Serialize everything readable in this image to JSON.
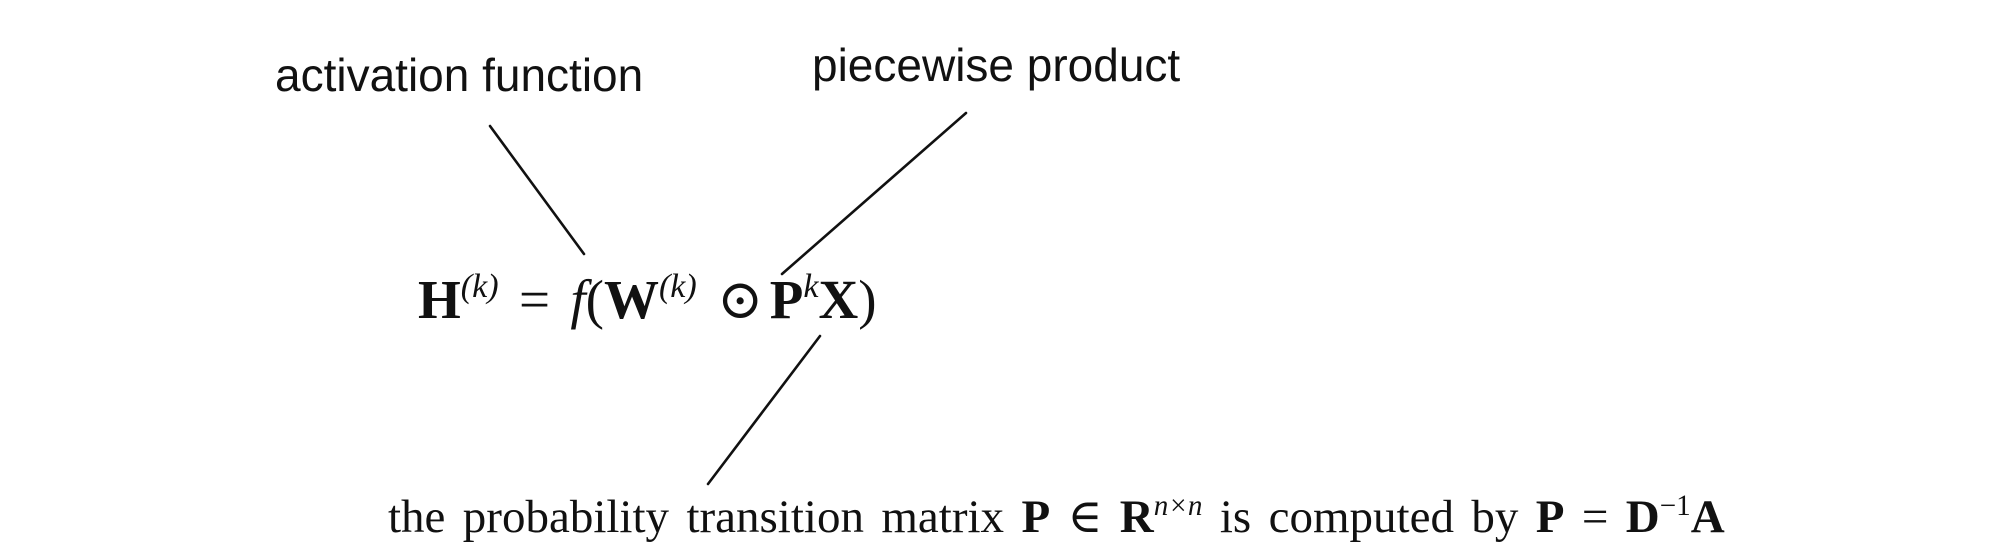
{
  "labels": {
    "activation": "activation function",
    "piecewise": "piecewise product"
  },
  "equation": {
    "H": "H",
    "H_sup": "(k)",
    "equals": "=",
    "f": "f",
    "lparen": "(",
    "W": "W",
    "W_sup": "(k)",
    "odot": "⊙",
    "P": "P",
    "P_sup": "k",
    "X": "X",
    "rparen": ")"
  },
  "caption": {
    "prefix": "the probability transition matrix",
    "P1": "P",
    "in": "∈",
    "R": "R",
    "R_sup": "n×n",
    "middle": "is computed by",
    "P2": "P",
    "eq": "=",
    "D": "D",
    "D_sup": "−1",
    "A": "A"
  }
}
